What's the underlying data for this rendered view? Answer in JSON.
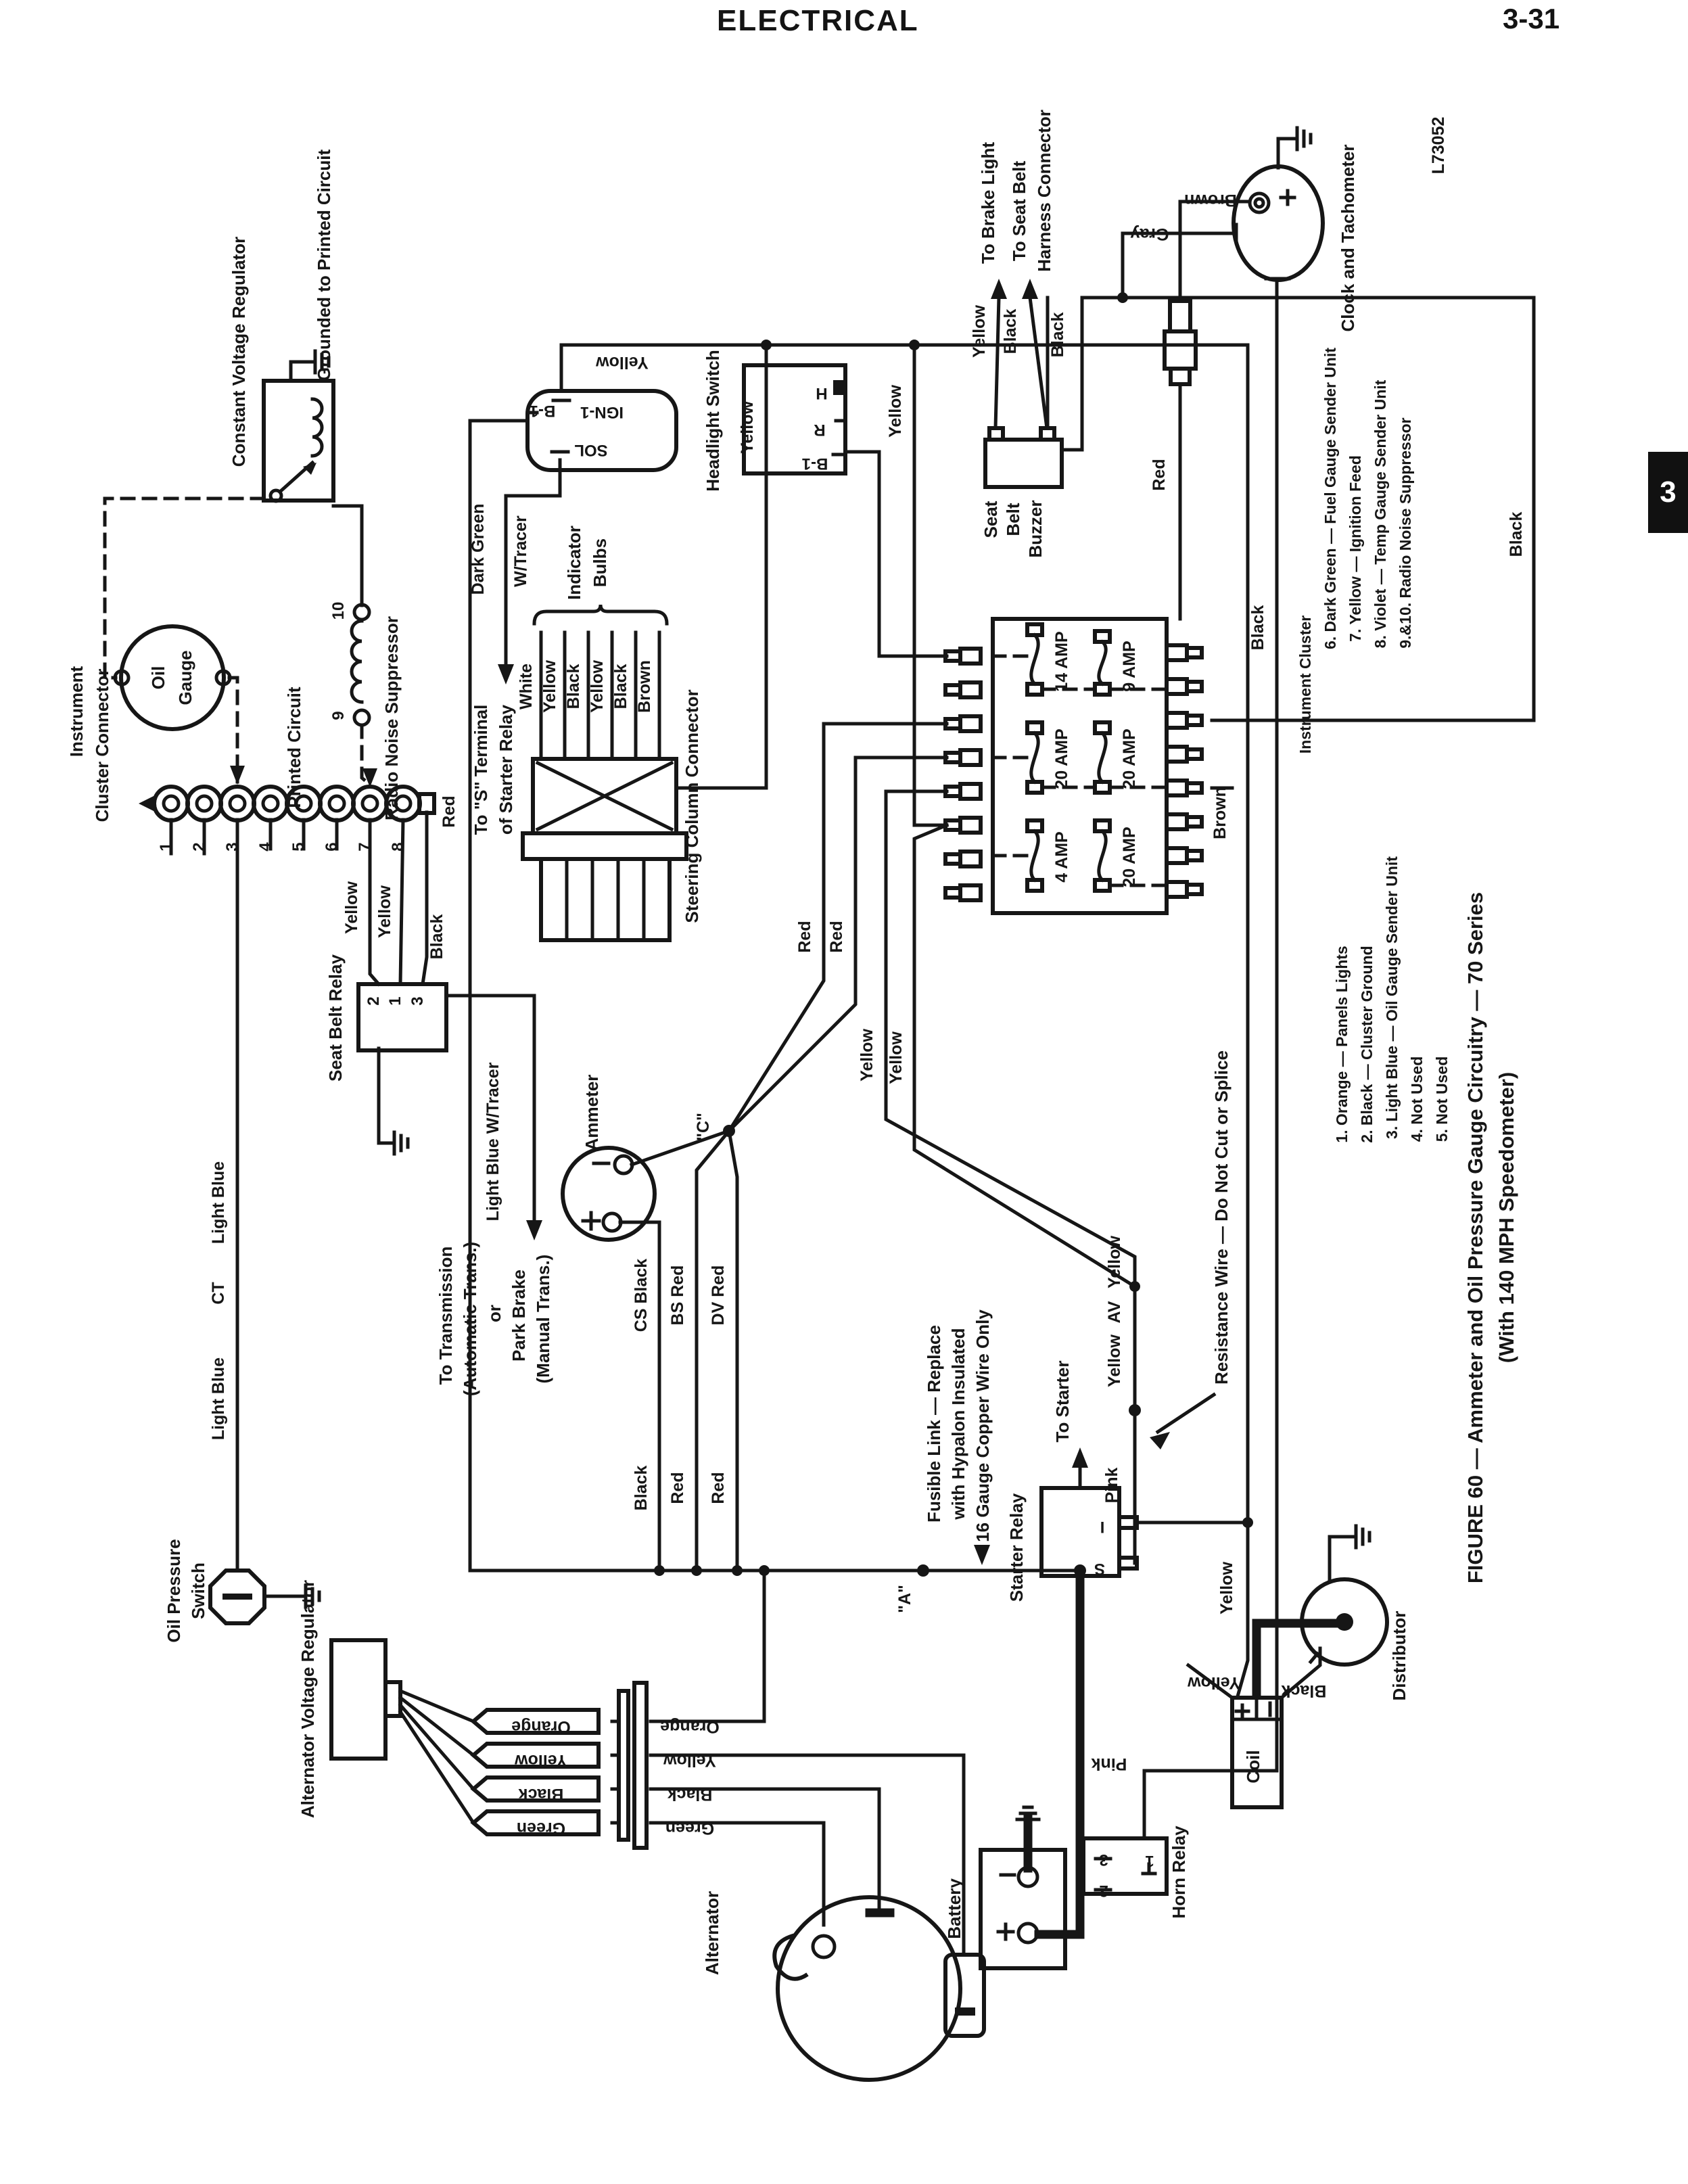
{
  "page": {
    "title": "ELECTRICAL",
    "page_number": "3-31",
    "doc_code": "L73052",
    "tab_number": "3"
  },
  "caption": {
    "line1": "FIGURE 60 — Ammeter and Oil Pressure Gauge Circuitry — 70 Series",
    "line2": "(With 140 MPH Speedometer)"
  },
  "legend": {
    "header": "Instrument Cluster",
    "i1": "1. Orange — Panels Lights",
    "i2": "2. Black — Cluster Ground",
    "i3": "3. Light Blue — Oil Gauge Sender Unit",
    "i4": "4. Not Used",
    "i5": "5. Not Used",
    "i6": "6. Dark Green — Fuel Gauge Sender Unit",
    "i7": "7. Yellow — Ignition Feed",
    "i8": "8. Violet — Temp Gauge Sender Unit",
    "i9": "9.&10. Radio Noise Suppressor"
  },
  "comp": {
    "cvr": "Constant Voltage Regulator",
    "grounded": "Grounded to Printed Circuit",
    "oil": "Oil",
    "gauge": "Gauge",
    "printed_circuit": "Printed Circuit",
    "rns": "Radio Noise Suppressor",
    "icc1": "Instrument",
    "icc2": "Cluster Connector",
    "sbr": "Seat Belt Relay",
    "hs": "Headlight Switch",
    "ib1": "Indicator",
    "ib2": "Bulbs",
    "scc": "Steering Column Connector",
    "ammeter": "Ammeter",
    "sbb1": "Seat",
    "sbb2": "Belt",
    "sbb3": "Buzzer",
    "cat": "Clock and Tachometer",
    "ops1": "Oil Pressure",
    "ops2": "Switch",
    "avr": "Alternator Voltage Regulator",
    "alternator": "Alternator",
    "battery": "Battery",
    "horn": "Horn Relay",
    "starter": "Starter Relay",
    "coil": "Coil",
    "dist": "Distributor"
  },
  "term": {
    "b1": "B-1",
    "ign1": "IGN-1",
    "sol": "SOL",
    "r": "R",
    "h": "H",
    "s": "S",
    "i": "I",
    "n1": "1",
    "n2": "2",
    "n3": "3",
    "n4": "4",
    "n5": "5",
    "n6": "6",
    "n7": "7",
    "n8": "8",
    "n9": "9",
    "n10": "10"
  },
  "fuse": {
    "amp14": "14 AMP",
    "amp9": "9 AMP",
    "amp20": "20 AMP",
    "amp4": "4 AMP"
  },
  "wire": {
    "yellow": "Yellow",
    "black": "Black",
    "red": "Red",
    "brown": "Brown",
    "gray": "Gray",
    "pink": "Pink",
    "orange": "Orange",
    "green": "Green",
    "white": "White",
    "light_blue": "Light Blue",
    "ct": "CT",
    "dark_green": "Dark Green",
    "w_tracer": "W/Tracer",
    "lbwt": "Light Blue W/Tracer",
    "cs_black": "CS Black",
    "bs_red": "BS Red",
    "dv_red": "DV Red",
    "av": "AV",
    "cj": "\"C\"",
    "aj": "\"A\""
  },
  "ann": {
    "brake": "To Brake Light",
    "belt1": "To Seat Belt",
    "belt2": "Harness Connector",
    "s1": "To \"S\" Terminal",
    "s2": "of Starter Relay",
    "starter_arrow": "To Starter",
    "t1": "To Transmission",
    "t2": "(Automatic Trans.)",
    "t3": "or",
    "t4": "Park Brake",
    "t5": "(Manual Trans.)",
    "f1": "Fusible Link — Replace",
    "f2": "with Hypalon Insulated",
    "f3": "16 Gauge Copper Wire Only",
    "res": "Resistance Wire — Do Not Cut or Splice"
  }
}
